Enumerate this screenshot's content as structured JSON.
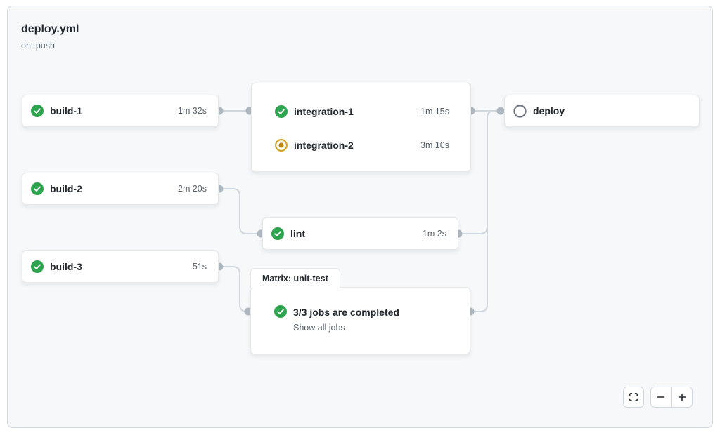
{
  "header": {
    "title": "deploy.yml",
    "trigger": "on: push"
  },
  "graph": {
    "build1": {
      "label": "build-1",
      "duration": "1m 32s",
      "status": "success"
    },
    "build2": {
      "label": "build-2",
      "duration": "2m 20s",
      "status": "success"
    },
    "build3": {
      "label": "build-3",
      "duration": "51s",
      "status": "success"
    },
    "integration1": {
      "label": "integration-1",
      "duration": "1m 15s",
      "status": "success"
    },
    "integration2": {
      "label": "integration-2",
      "duration": "3m 10s",
      "status": "in_progress"
    },
    "lint": {
      "label": "lint",
      "duration": "1m 2s",
      "status": "success"
    },
    "matrix": {
      "tab_label": "Matrix: unit-test",
      "summary": "3/3 jobs are completed",
      "link": "Show all jobs",
      "status": "success"
    },
    "deploy": {
      "label": "deploy",
      "status": "pending"
    }
  },
  "icons": {
    "success": "check-circle-icon",
    "in_progress": "dot-circle-icon",
    "pending": "empty-circle-icon",
    "fullscreen": "screen-full-icon",
    "zoom_out": "minus-icon",
    "zoom_in": "plus-icon"
  },
  "colors": {
    "success": "#2da44e",
    "in_progress_ring": "#d4a72c",
    "in_progress_dot": "#bf8700",
    "pending": "#6e7781",
    "edge_line": "#d0d7de",
    "edge_dot": "#afb8c1",
    "canvas_bg": "#f6f8fa",
    "card_bg": "#ffffff",
    "text": "#24292f",
    "muted_text": "#57606a"
  }
}
